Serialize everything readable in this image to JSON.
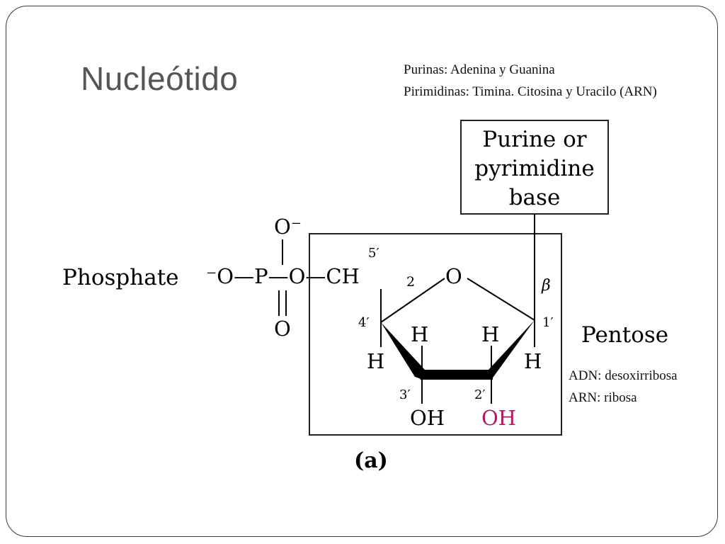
{
  "slide": {
    "title": "Nucleótido",
    "notes_top": [
      "Purinas: Adenina y Guanina",
      "Pirimidinas: Timina. Citosina y Uracilo (ARN)"
    ],
    "notes_pentose": [
      "ADN: desoxirribosa",
      "ARN: ribosa"
    ]
  },
  "diagram": {
    "base_box": [
      "Purine or",
      "pyrimidine",
      "base"
    ],
    "phosphate_label": "Phosphate",
    "pentose_label": "Pentose",
    "caption": "(a)",
    "atoms": {
      "o_minus_left": "⁻O—P—O—CH",
      "o_top": "O⁻",
      "o_bottom": "O",
      "ring_o": "O",
      "ch2_sub": "2",
      "beta": "β",
      "h_4": "H",
      "h_3": "H",
      "h_2": "H",
      "h_1": "H",
      "oh_3": "OH",
      "oh_2": "OH"
    },
    "positions": {
      "c5": "5′",
      "c4": "4′",
      "c3": "3′",
      "c2": "2′",
      "c1": "1′"
    },
    "colors": {
      "oh_2": "#b0185f",
      "frame": "#3b3b3b"
    }
  }
}
